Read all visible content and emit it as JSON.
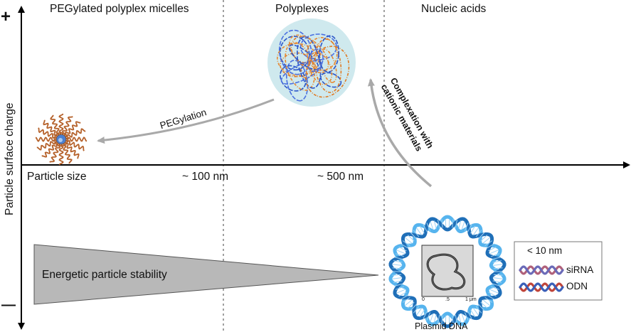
{
  "columns": {
    "pegylated": "PEGylated polyplex micelles",
    "polyplexes": "Polyplexes",
    "nucleic": "Nucleic acids"
  },
  "axes": {
    "y_label": "Particle surface charge",
    "y_plus": "+",
    "y_minus": "—",
    "x_label": "Particle size",
    "tick_100": "~ 100 nm",
    "tick_500": "~ 500 nm"
  },
  "arrows": {
    "pegylation": "PEGylation",
    "complexation_line1": "Complexation with",
    "complexation_line2": "cationic materials"
  },
  "stability": {
    "label": "Energetic particle stability"
  },
  "legend": {
    "size": "< 10 nm",
    "sirna": "siRNA",
    "odn": "ODN"
  },
  "plasmid": {
    "label": "Plasmid DNA",
    "scale_labels": [
      "0",
      ".5",
      "1 μm"
    ]
  },
  "colors": {
    "axis": "#000000",
    "divider": "#a0a0a0",
    "arrow": "#a9a9a9",
    "triangle_fill": "#b8b8b8",
    "micelle_arms": "#b5612a",
    "polyplex_bg": "#cfe9ee",
    "dna_blue": "#2b8fd6",
    "orange": "#e8882f"
  }
}
